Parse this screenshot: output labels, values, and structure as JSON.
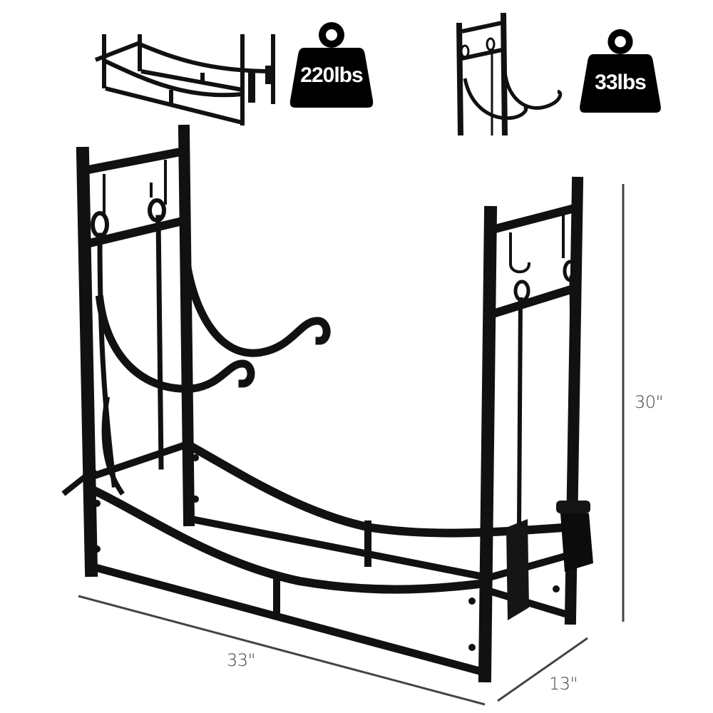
{
  "product": {
    "type": "firewood log rack with fireplace tool set",
    "color": "#111111"
  },
  "badges": [
    {
      "icon": "weight-icon",
      "label": "220lbs",
      "meaning": "max load capacity"
    },
    {
      "icon": "weight-icon",
      "label": "33lbs",
      "meaning": "product weight"
    }
  ],
  "dimensions": {
    "height": "30\"",
    "width": "33\"",
    "depth": "13\""
  },
  "insets": [
    {
      "name": "top-down-base-view"
    },
    {
      "name": "side-hook-detail-view"
    }
  ],
  "colors": {
    "metal": "#111111",
    "dimension_line": "#444444",
    "background": "#ffffff",
    "badge": "#000000",
    "badge_text": "#ffffff"
  }
}
